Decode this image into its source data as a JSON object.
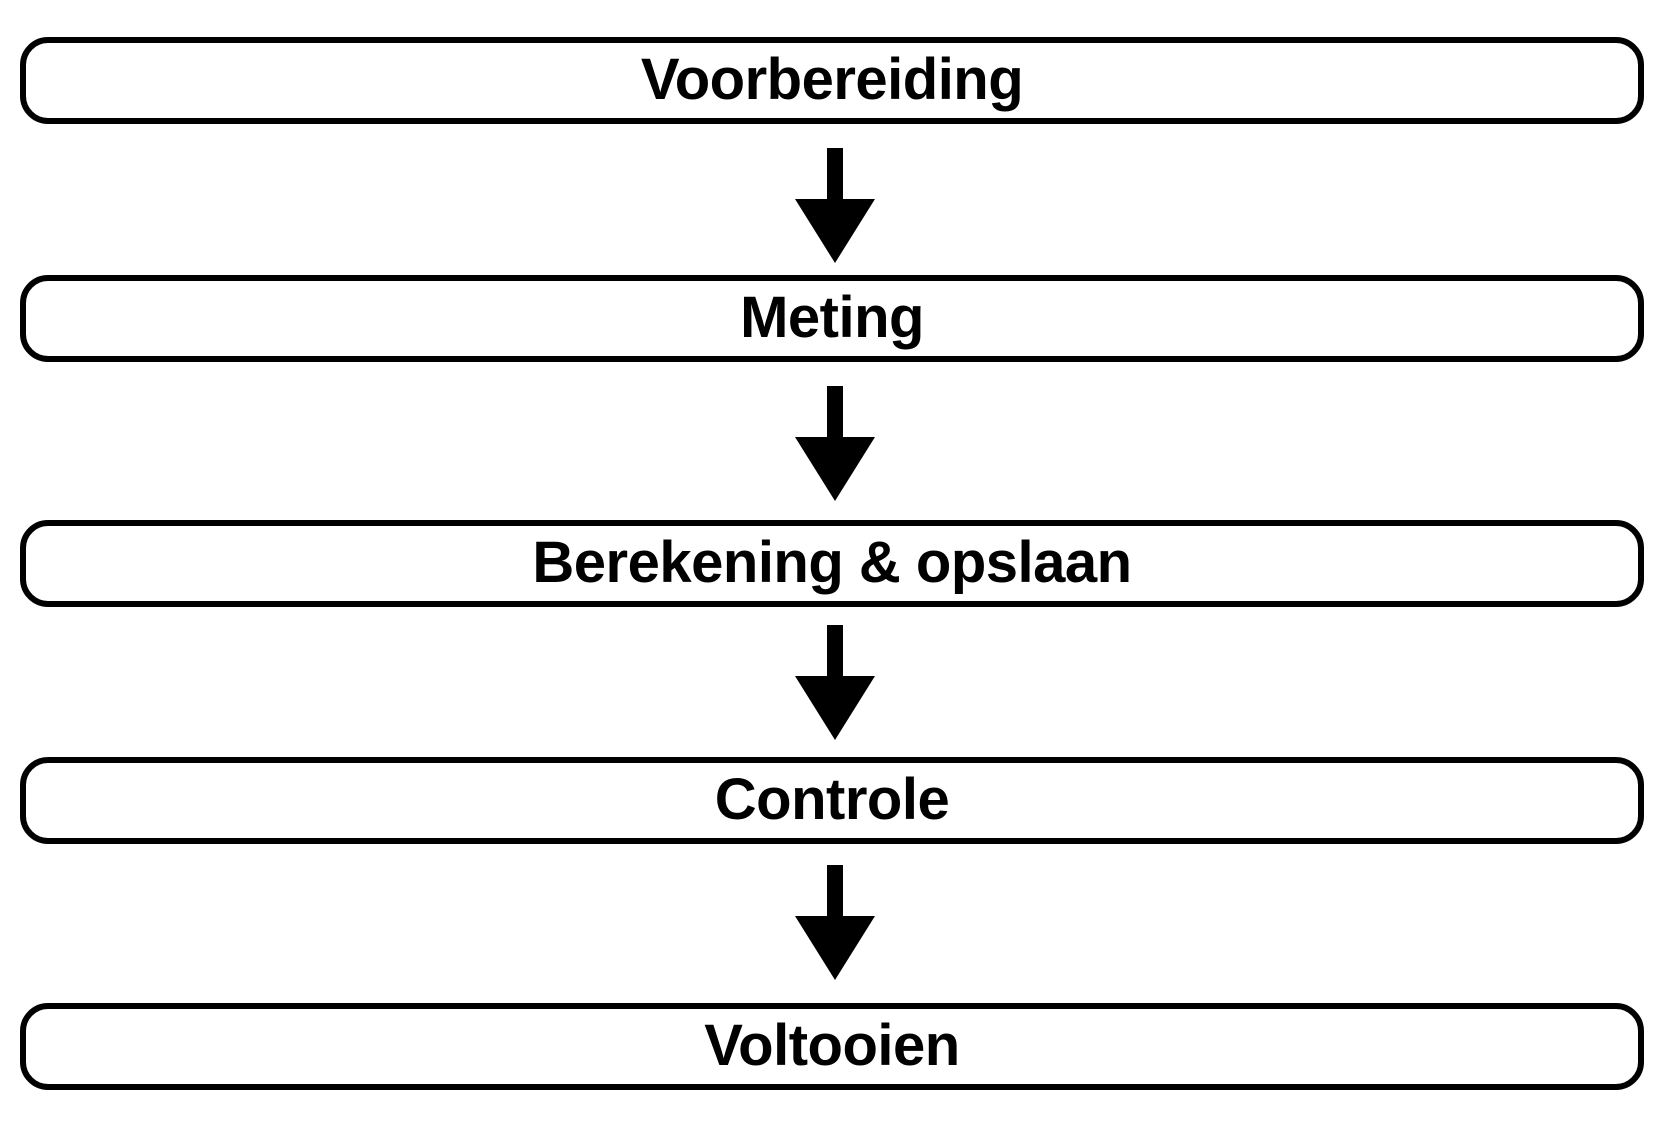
{
  "diagram": {
    "type": "flowchart",
    "direction": "top-down",
    "colors": {
      "background": "#ffffff",
      "ink": "#000000",
      "box-fill": "#ffffff"
    },
    "steps": [
      {
        "label": "Voorbereiding"
      },
      {
        "label": "Meting"
      },
      {
        "label": "Berekening & opslaan"
      },
      {
        "label": "Controle"
      },
      {
        "label": "Voltooien"
      }
    ],
    "connectors": {
      "glyph": "down-arrow",
      "count": 4
    }
  }
}
